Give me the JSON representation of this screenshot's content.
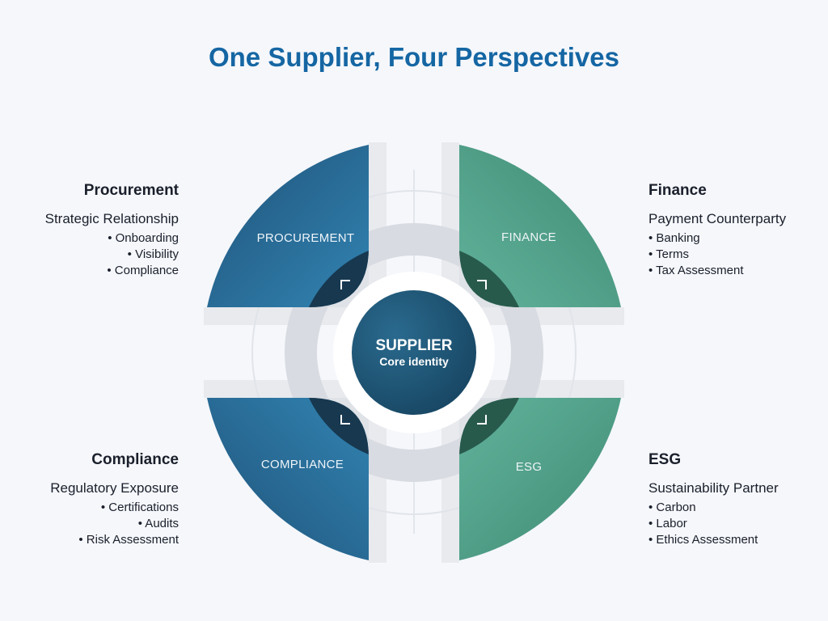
{
  "title": "One Supplier, Four Perspectives",
  "center": {
    "label": "SUPPLIER",
    "sublabel": "Core identity"
  },
  "quadrants": {
    "procurement": {
      "label": "PROCUREMENT",
      "color": "#2b6e99"
    },
    "finance": {
      "label": "FINANCE",
      "color": "#4e9c86"
    },
    "compliance": {
      "label": "COMPLIANCE",
      "color": "#2b6e99"
    },
    "esg": {
      "label": "ESG",
      "color": "#4e9c86"
    }
  },
  "panels": {
    "procurement": {
      "heading": "Procurement",
      "subtitle": "Strategic Relationship",
      "items": [
        "• Onboarding",
        "• Visibility",
        "• Compliance"
      ]
    },
    "finance": {
      "heading": "Finance",
      "subtitle": "Payment Counterparty",
      "items": [
        "• Banking",
        "• Terms",
        "• Tax Assessment"
      ]
    },
    "compliance": {
      "heading": "Compliance",
      "subtitle": "Regulatory Exposure",
      "items": [
        "• Certifications",
        "• Audits",
        "• Risk Assessment"
      ]
    },
    "esg": {
      "heading": "ESG",
      "subtitle": "Sustainability Partner",
      "items": [
        "• Carbon",
        "• Labor",
        "• Ethics Assessment"
      ]
    }
  }
}
